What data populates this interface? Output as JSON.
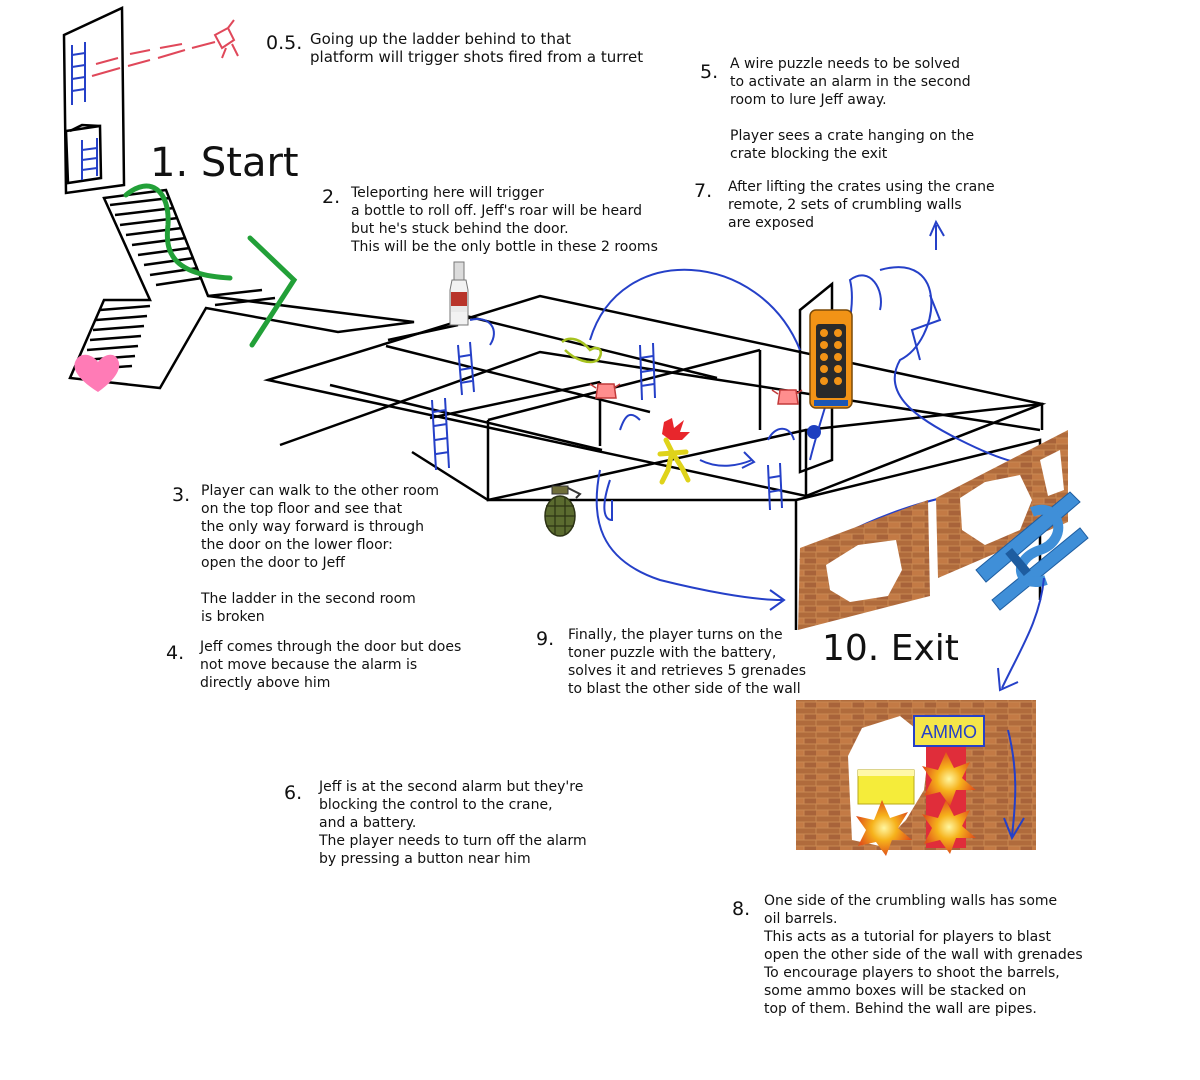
{
  "headings": {
    "start": "1. Start",
    "exit": "10. Exit"
  },
  "ammo_box_label": "AMMO",
  "notes": [
    {
      "id": "0.5",
      "number": "0.5.",
      "lines": [
        "Going up the ladder behind to that",
        "platform will trigger shots fired from a turret"
      ]
    },
    {
      "id": "2",
      "number": "2.",
      "lines": [
        "Teleporting here will trigger",
        "a bottle to roll off. Jeff's roar will be heard",
        "but he's stuck behind the door.",
        "This will be the only bottle in these 2 rooms"
      ]
    },
    {
      "id": "5",
      "number": "5.",
      "lines": [
        "A wire puzzle needs to be solved",
        "to activate an alarm in the second",
        "room to lure Jeff away.",
        "",
        "Player sees a crate hanging on the",
        "crate blocking the exit"
      ]
    },
    {
      "id": "7",
      "number": "7.",
      "lines": [
        "After lifting the crates using the crane",
        "remote, 2 sets of crumbling walls",
        "are exposed"
      ]
    },
    {
      "id": "3",
      "number": "3.",
      "lines": [
        "Player can walk to the other room",
        "on the top floor and see that",
        "the only way forward is through",
        "the door on the lower floor:",
        "open the door to Jeff",
        "",
        "The ladder in the second room",
        "is broken"
      ]
    },
    {
      "id": "4",
      "number": "4.",
      "lines": [
        "Jeff comes through the door but does",
        "not move because the alarm is",
        "directly above him"
      ]
    },
    {
      "id": "9",
      "number": "9.",
      "lines": [
        "Finally, the player turns on the",
        "toner puzzle with the battery,",
        "solves it and retrieves 5 grenades",
        "to blast the other side of the wall"
      ]
    },
    {
      "id": "6",
      "number": "6.",
      "lines": [
        "Jeff is at the second alarm but they're",
        "blocking the control to the crane,",
        "and a battery.",
        "The player needs to turn off the alarm",
        "by pressing a button near him"
      ]
    },
    {
      "id": "8",
      "number": "8.",
      "lines": [
        "One side of the crumbling walls has some",
        "oil barrels.",
        "This acts as a tutorial for players to blast",
        "open the other side of the wall with grenades",
        "To encourage players to shoot the barrels,",
        "some ammo boxes will be stacked on",
        "top of them. Behind the wall are pipes."
      ]
    }
  ]
}
